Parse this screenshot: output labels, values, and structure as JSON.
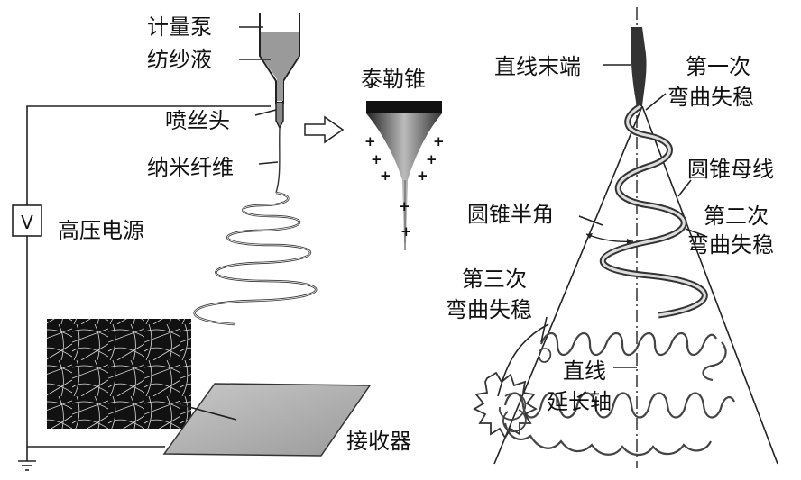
{
  "left": {
    "pump_label": "计量泵",
    "solution_label": "纺纱液",
    "spinneret_label": "喷丝头",
    "nanofiber_label": "纳米纤维",
    "voltmeter_symbol": "V",
    "power_label": "高压电源",
    "collector_label": "接收器",
    "taylor_cone_label": "泰勒锥",
    "charge_symbol": "+"
  },
  "right": {
    "straight_end_label": "直线末端",
    "bending1_line1": "第一次",
    "bending1_line2": "弯曲失稳",
    "cone_generatrix_label": "圆锥母线",
    "half_angle_label": "圆锥半角",
    "bending2_line1": "第二次",
    "bending2_line2": "弯曲失稳",
    "bending3_line1": "第三次",
    "bending3_line2": "弯曲失稳",
    "axis_line1": "直线",
    "axis_line2": "延长轴"
  }
}
